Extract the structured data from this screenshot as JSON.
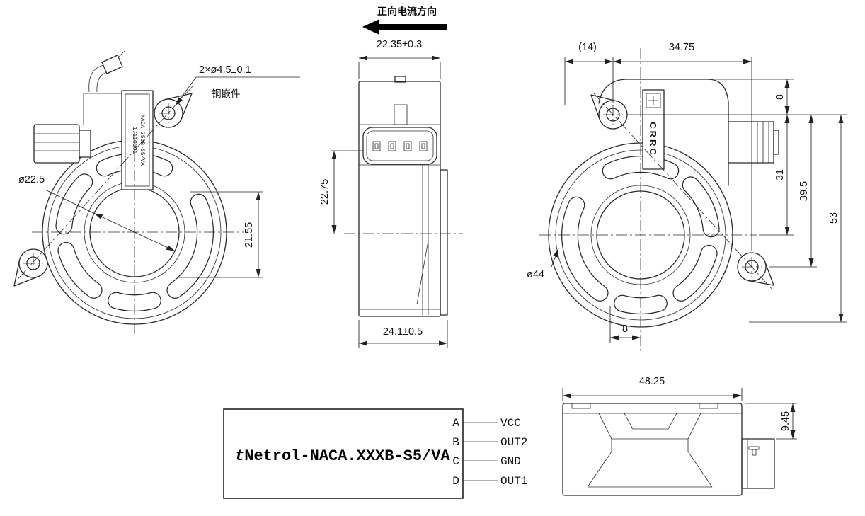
{
  "front_view": {
    "holes_dim": "2×ø4.5±0.1",
    "copper_insert_note": "铜嵌件",
    "bore_dia": "ø22.5",
    "vertical_dim": "21.55",
    "device_label_line1": "NACA 350B-S5/VA",
    "device_label_line2": "17110001"
  },
  "side_view": {
    "current_direction_label": "正向电流方向",
    "top_width_dim": "22.35±0.3",
    "height_dim": "22.75",
    "bottom_width_dim": "24.1±0.5"
  },
  "rear_view": {
    "brand": "CRRC",
    "ref_width_dim": "(14)",
    "hole_span_dim": "34.75",
    "top_edge_to_hole_dim": "8",
    "hole_to_center_dim": "31",
    "hole_spacing_dim": "39.5",
    "overall_height_dim": "53",
    "body_dia_dim": "ø44",
    "bottom_offset_dim": "8"
  },
  "label_box": {
    "part_prefix": "t",
    "part_number": "Netrol-NACA.XXXB-S5/VA",
    "pins": [
      {
        "pin": "A",
        "signal": "VCC"
      },
      {
        "pin": "B",
        "signal": "OUT2"
      },
      {
        "pin": "C",
        "signal": "GND"
      },
      {
        "pin": "D",
        "signal": "OUT1"
      }
    ]
  },
  "top_view": {
    "width_dim": "48.25",
    "connector_height_dim": "9.45"
  }
}
